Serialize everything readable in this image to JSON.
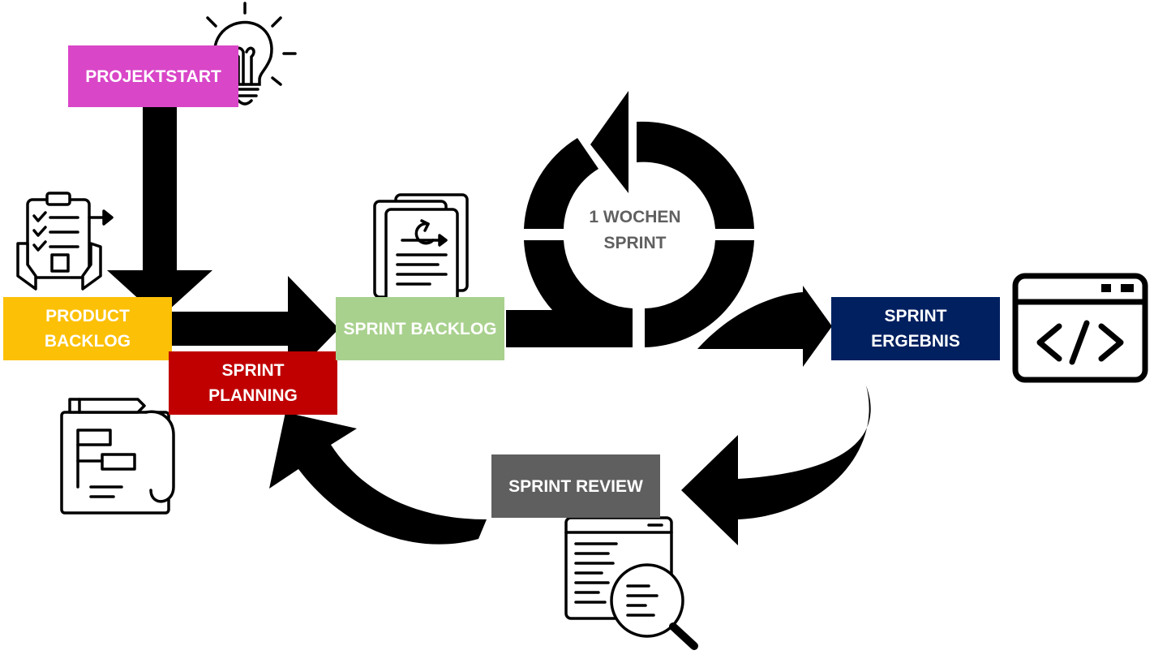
{
  "colors": {
    "projektstart": "#d946c8",
    "product_backlog": "#fcc006",
    "sprint_planning": "#c00000",
    "sprint_backlog": "#a9d18e",
    "sprint_ergebnis": "#002060",
    "sprint_review": "#5f5f5f",
    "arrows": "#000000",
    "cycle_label": "#606060"
  },
  "stages": {
    "projektstart": {
      "label": "PROJEKTSTART"
    },
    "product_backlog": {
      "line1": "PRODUCT",
      "line2": "BACKLOG"
    },
    "sprint_planning": {
      "line1": "SPRINT",
      "line2": "PLANNING"
    },
    "sprint_backlog": {
      "label": "SPRINT BACKLOG"
    },
    "sprint_ergebnis": {
      "line1": "SPRINT",
      "line2": "ERGEBNIS"
    },
    "sprint_review": {
      "label": "SPRINT REVIEW"
    }
  },
  "cycle": {
    "line1": "1 WOCHEN",
    "line2": "SPRINT"
  },
  "icons": [
    "lightbulb-icon",
    "clipboard-checklist-icon",
    "blueprint-icon",
    "document-refresh-icon",
    "code-window-icon",
    "code-review-magnifier-icon"
  ]
}
